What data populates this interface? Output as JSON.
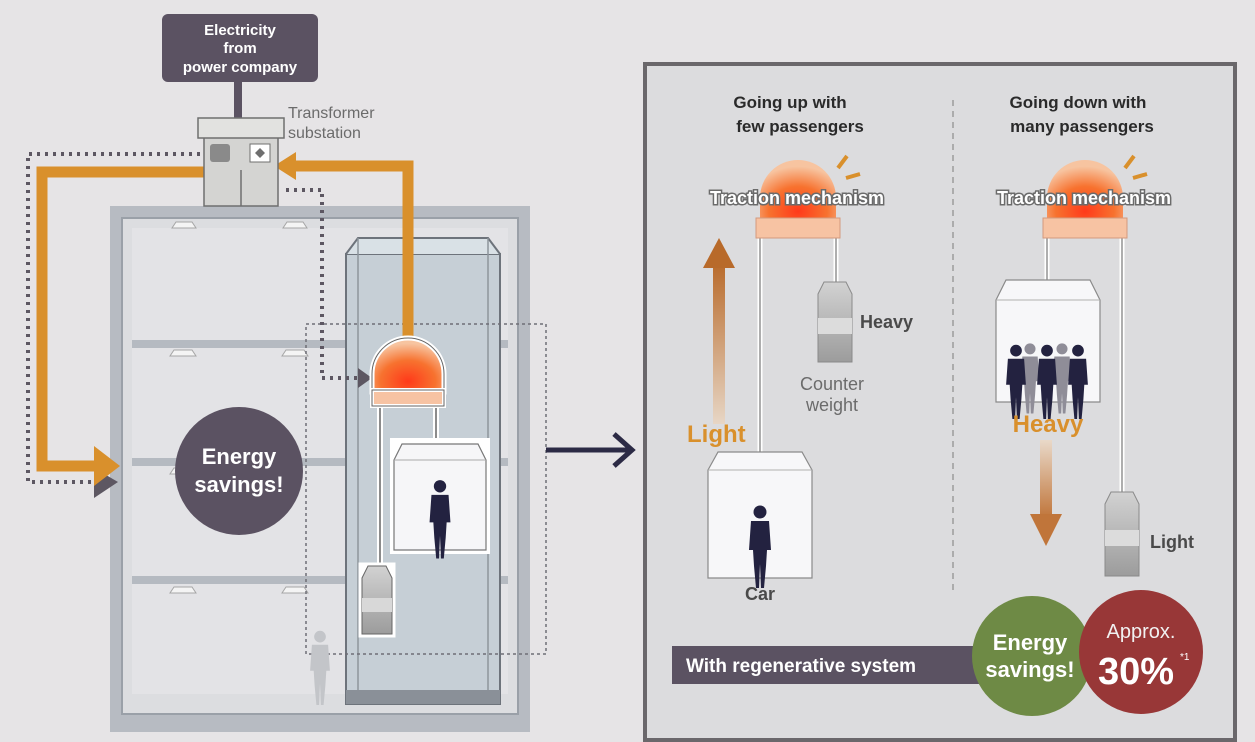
{
  "source_box": {
    "line1": "Electricity",
    "line2": "from",
    "line3": "power company"
  },
  "transformer": {
    "line1": "Transformer",
    "line2": "substation"
  },
  "left_badge": {
    "line1": "Energy",
    "line2": "savings!"
  },
  "panel": {
    "col_up": {
      "title1": "Going up with",
      "title2": "few passengers"
    },
    "col_down": {
      "title1": "Going down with",
      "title2": "many passengers"
    },
    "traction_label": "Traction mechanism",
    "heavy_label": "Heavy",
    "light_label": "Light",
    "counterweight1": "Counter",
    "counterweight2": "weight",
    "car_label": "Car",
    "light_orange": "Light",
    "heavy_orange": "Heavy",
    "regen_label": "With regenerative system",
    "green_badge": {
      "line1": "Energy",
      "line2": "savings!"
    },
    "red_badge": {
      "line1": "Approx.",
      "value": "30%",
      "note": "*1"
    }
  },
  "colors": {
    "orange": "#d9902c",
    "dark_purple": "#5b5262",
    "navy": "#2c2a45",
    "green": "#6e8a45",
    "red": "#983737",
    "panel_border": "#6a676b",
    "building_gray": "#b4b8bf"
  }
}
